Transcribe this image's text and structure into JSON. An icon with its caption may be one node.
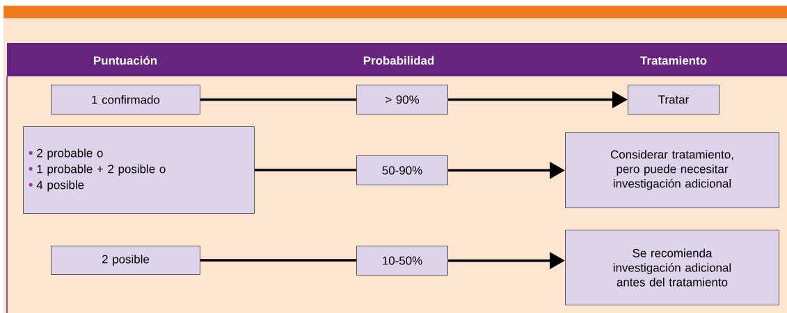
{
  "diagram": {
    "nodes": [
      {
        "text": [
          "1 confirmado"
        ]
      },
      {
        "text": [
          "> 90%"
        ]
      },
      {
        "text": [
          "Tratar"
        ]
      },
      {
        "text": [
          "2 probable o",
          "1 probable + 2 posible o",
          "4 posible"
        ]
      },
      {
        "text": [
          "50-90%"
        ]
      },
      {
        "text": [
          "Considerar tratamiento, pero puede necesitar investigación adicional"
        ]
      },
      {
        "text": [
          "2 posible"
        ]
      },
      {
        "text": [
          "10-50%"
        ]
      },
      {
        "text": [
          "Se recomienda investigación adicional antes del tratamiento"
        ]
      },
      {
        "text": [],
        "shape": "bar"
      }
    ],
    "edges": [
      {
        "from": 0,
        "to": 1,
        "arrow": "none"
      },
      {
        "from": 1,
        "to": 2,
        "arrow": "to"
      },
      {
        "from": 3,
        "to": 4,
        "arrow": "none"
      },
      {
        "from": 4,
        "to": 5,
        "arrow": "to"
      },
      {
        "from": 6,
        "to": 7,
        "arrow": "none"
      },
      {
        "from": 7,
        "to": 8,
        "arrow": "to"
      }
    ],
    "labels": [
      "Puntuación",
      "Probabilidad",
      "Tratamiento"
    ]
  }
}
